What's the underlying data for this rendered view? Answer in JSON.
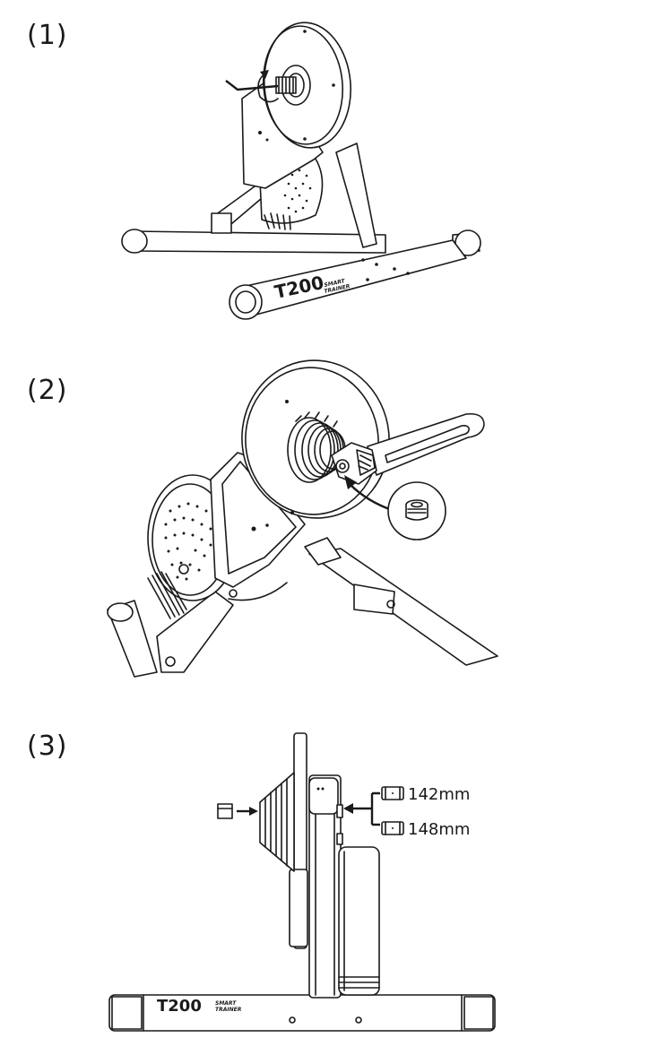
{
  "steps": [
    {
      "label": "(1)"
    },
    {
      "label": "(2)"
    },
    {
      "label": "(3)"
    }
  ],
  "product": {
    "model": "T200",
    "line1": "SMART",
    "line2": "TRAINER"
  },
  "spacers": {
    "option_a": "142mm",
    "option_b": "148mm"
  }
}
